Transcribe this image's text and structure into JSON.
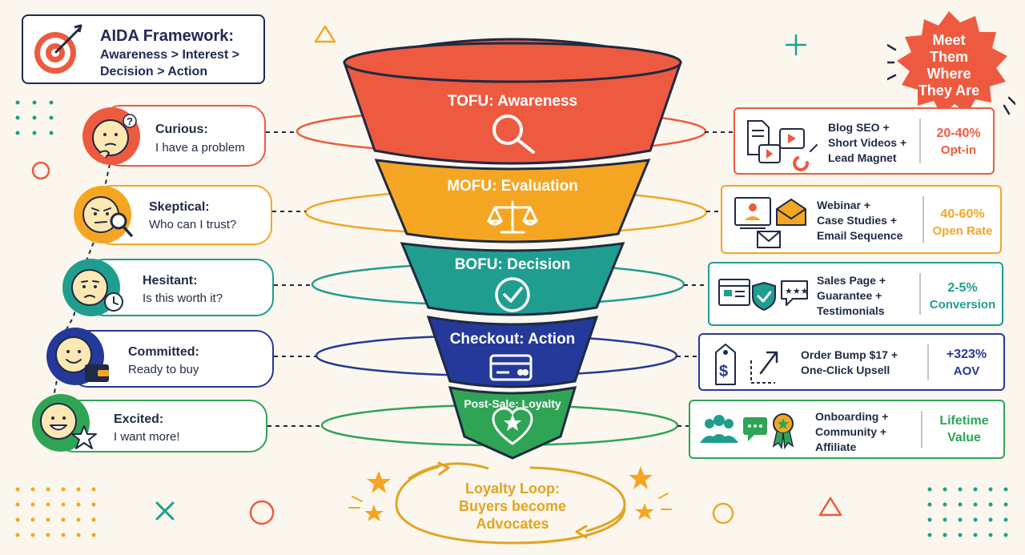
{
  "header": {
    "title": "AIDA Framework:",
    "subtitle_line1": "Awareness > Interest >",
    "subtitle_line2": "Decision > Action",
    "icon": "target-arrow-icon"
  },
  "badge": {
    "line1": "Meet",
    "line2": "Them",
    "line3": "Where",
    "line4": "They Are",
    "color": "#ee5a3f"
  },
  "stages": [
    {
      "id": "tofu",
      "label": "TOFU: Awareness",
      "icon": "magnifier-icon",
      "color": "#ee5a3f"
    },
    {
      "id": "mofu",
      "label": "MOFU: Evaluation",
      "icon": "scales-icon",
      "color": "#f4a623"
    },
    {
      "id": "bofu",
      "label": "BOFU: Decision",
      "icon": "checkmark-icon",
      "color": "#1f9e8f"
    },
    {
      "id": "checkout",
      "label": "Checkout: Action",
      "icon": "credit-card-icon",
      "color": "#24399a"
    },
    {
      "id": "loyalty",
      "label": "Post-Sale: Loyalty",
      "icon": "heart-star-icon",
      "color": "#2fa455"
    }
  ],
  "personas": [
    {
      "title": "Curious:",
      "text": "I have a problem",
      "icon": "thinking-face-icon",
      "color": "#ee5a3f"
    },
    {
      "title": "Skeptical:",
      "text": "Who can I trust?",
      "icon": "skeptical-face-icon",
      "color": "#f4a623"
    },
    {
      "title": "Hesitant:",
      "text": "Is this worth it?",
      "icon": "hesitant-face-icon",
      "color": "#1f9e8f"
    },
    {
      "title": "Committed:",
      "text": "Ready to buy",
      "icon": "happy-face-wallet-icon",
      "color": "#24399a"
    },
    {
      "title": "Excited:",
      "text": "I want more!",
      "icon": "excited-face-star-icon",
      "color": "#2fa455"
    }
  ],
  "tactics": [
    {
      "lines": [
        "Blog SEO +",
        "Short Videos +",
        "Lead Magnet"
      ],
      "metric": [
        "20-40%",
        "Opt-in"
      ],
      "color": "#ee5a3f"
    },
    {
      "lines": [
        "Webinar +",
        "Case Studies +",
        "Email Sequence"
      ],
      "metric": [
        "40-60%",
        "Open Rate"
      ],
      "color": "#f4a623"
    },
    {
      "lines": [
        "Sales Page +",
        "Guarantee +",
        "Testimonials"
      ],
      "metric": [
        "2-5%",
        "Conversion"
      ],
      "color": "#1f9e8f"
    },
    {
      "lines": [
        "Order Bump $17 +",
        "One-Click Upsell"
      ],
      "metric": [
        "+323%",
        "AOV"
      ],
      "color": "#24399a"
    },
    {
      "lines": [
        "Onboarding +",
        "Community +",
        "Affiliate"
      ],
      "metric": [
        "Lifetime",
        "Value"
      ],
      "color": "#2fa455"
    }
  ],
  "loop": {
    "line1": "Loyalty Loop:",
    "line2": "Buyers become",
    "line3": "Advocates",
    "color": "#e4a320"
  }
}
